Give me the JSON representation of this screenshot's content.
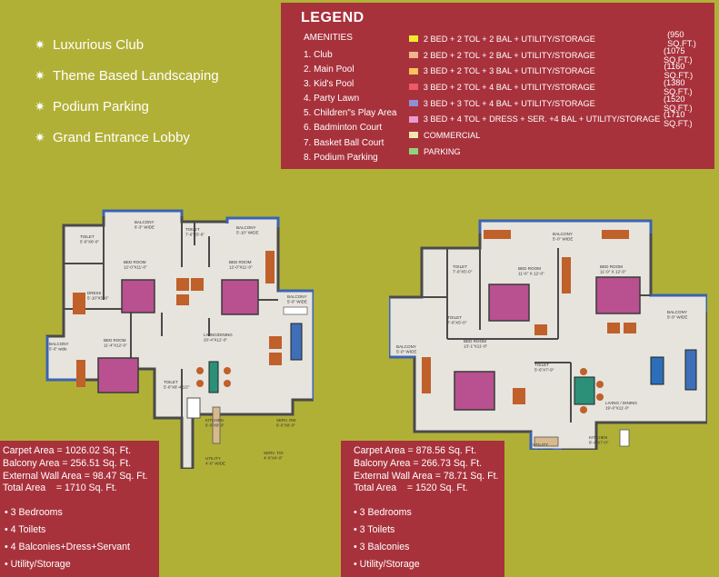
{
  "features": [
    "Luxurious Club",
    "Theme Based Landscaping",
    "Podium Parking",
    "Grand Entrance Lobby"
  ],
  "legend": {
    "title": "LEGEND",
    "amenities_heading": "AMENITIES",
    "amenities": [
      "1. Club",
      "2. Main Pool",
      "3. Kid's Pool",
      "4. Party Lawn",
      "5. Children\"s Play Area",
      "6. Badminton Court",
      "7. Basket Ball Court",
      "8. Podium Parking"
    ],
    "units": [
      {
        "label": "2 BED + 2 TOL + 2 BAL + UTILITY/STORAGE",
        "size": "(950 SQ.FT.)",
        "color": "#f2ea2c"
      },
      {
        "label": "2 BED + 2 TOL + 2 BAL + UTILITY/STORAGE",
        "size": "(1075 SQ.FT.)",
        "color": "#f0b68a"
      },
      {
        "label": "3 BED + 2 TOL + 3 BAL + UTILITY/STORAGE",
        "size": "(1160 SQ.FT.)",
        "color": "#f6c25e"
      },
      {
        "label": "3 BED + 2 TOL + 4 BAL + UTILITY/STORAGE",
        "size": "(1380 SQ.FT.)",
        "color": "#ee5a67"
      },
      {
        "label": "3 BED + 3 TOL + 4 BAL + UTILITY/STORAGE",
        "size": "(1520 SQ.FT.)",
        "color": "#8f8fd6"
      },
      {
        "label": "3 BED + 4 TOL + DRESS + SER. +4 BAL + UTILITY/STORAGE",
        "size": "(1710 SQ.FT.)",
        "color": "#e99bcf"
      },
      {
        "label": "COMMERCIAL",
        "size": "",
        "color": "#efe6b2"
      },
      {
        "label": "PARKING",
        "size": "",
        "color": "#93d27a"
      }
    ]
  },
  "left_unit": {
    "areas": [
      "Carpet Area = 1026.02 Sq. Ft.",
      "Balcony Area = 256.51 Sq. Ft.",
      "External Wall Area = 98.47 Sq. Ft.",
      "Total Area    = 1710 Sq. Ft."
    ],
    "specs": [
      "• 3 Bedrooms",
      "• 4 Toilets",
      "• 4 Balconies+Dress+Servant",
      "• Utility/Storage"
    ],
    "rooms": [
      "TOILET 5'-6\"X8'-0\"",
      "BALCONY 6'-3\" WIDE",
      "TOILET 7'-6\"X5'-6\"",
      "BALCONY 5'-10\" WIDE",
      "BED ROOM 12'-0\"X11'-0\"",
      "BED ROOM 12'-0\"X11'-0\"",
      "DRESS 5'-10\"X5'-6\"",
      "BALCONY 5'-0\" WIDE",
      "LIVING/DINING 20'-4\"X12'-0\"",
      "BALCONY 5'-0\" wide",
      "BED ROOM 11'-4\"X12'-0\"",
      "TOILET 5'-6\"X8'-4 1/2\"",
      "KITCHEN 8'-0\"X8'-0\"",
      "SERV. RM 6'-0\"X8'-0\"",
      "UTILITY 4'-0\" WIDE",
      "SERV. TOI 4'-0\"X4'-0\""
    ]
  },
  "right_unit": {
    "areas": [
      "Carpet Area = 878.56 Sq. Ft.",
      "Balcony Area = 266.73 Sq. Ft.",
      "External Wall Area = 78.71 Sq. Ft.",
      "Total Area    = 1520 Sq. Ft."
    ],
    "specs": [
      "• 3 Bedrooms",
      "• 3 Toilets",
      "• 3 Balconies",
      "• Utility/Storage"
    ],
    "rooms": [
      "BALCONY 5'-0\" WIDE",
      "TOILET 7'-6\"X5'-0\"",
      "BED ROOM 11'-6\" X 12'-0\"",
      "BED ROOM 11'-0\" X 12'-0\"",
      "TOILET 7'-6\"X5'-0\"",
      "BALCONY 5'-0\" WIDE",
      "BALCONY 5'-0\" WIDE",
      "BED ROOM 13'-1\"X11'-0\"",
      "TOILET 5'-6\"X7'-9\"",
      "LIVING / DINING 19'-0\"X11'-0\"",
      "UTILITY 5'-0\" WIDE",
      "KITCHEN 8'-4\"X7'-0\""
    ]
  }
}
